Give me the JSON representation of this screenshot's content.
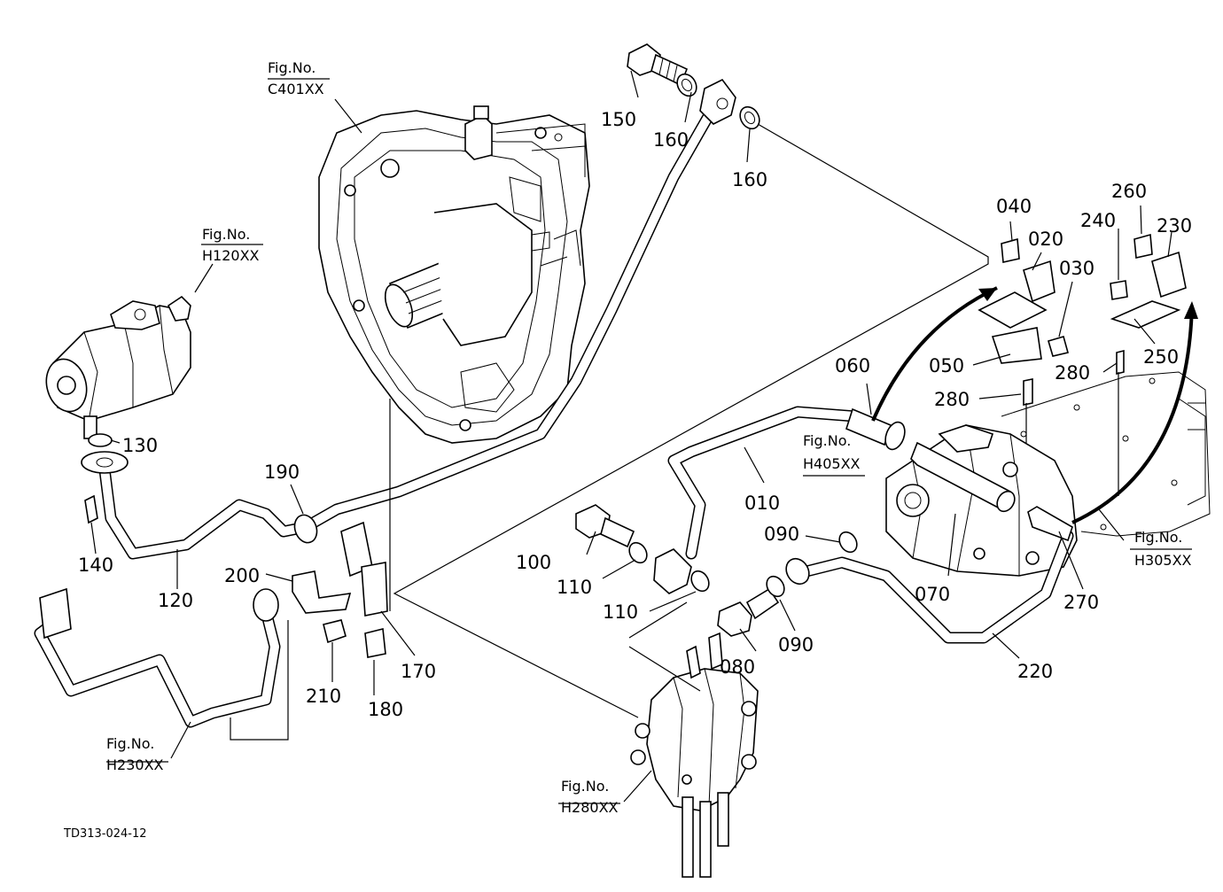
{
  "fig_refs": [
    {
      "id": "c401",
      "label": "Fig.No.",
      "code": "C401XX"
    },
    {
      "id": "h120",
      "label": "Fig.No.",
      "code": "H120XX"
    },
    {
      "id": "h405",
      "label": "Fig.No.",
      "code": "H405XX"
    },
    {
      "id": "h305",
      "label": "Fig.No.",
      "code": "H305XX"
    },
    {
      "id": "h230",
      "label": "Fig.No.",
      "code": "H230XX"
    },
    {
      "id": "h280",
      "label": "Fig.No.",
      "code": "H280XX"
    }
  ],
  "callouts": [
    "150",
    "160",
    "160",
    "040",
    "020",
    "260",
    "230",
    "240",
    "030",
    "050",
    "060",
    "280",
    "280",
    "250",
    "130",
    "190",
    "140",
    "120",
    "200",
    "210",
    "180",
    "170",
    "010",
    "100",
    "110",
    "110",
    "090",
    "090",
    "080",
    "220",
    "070",
    "270"
  ],
  "drawing_code": "TD313-024-12"
}
